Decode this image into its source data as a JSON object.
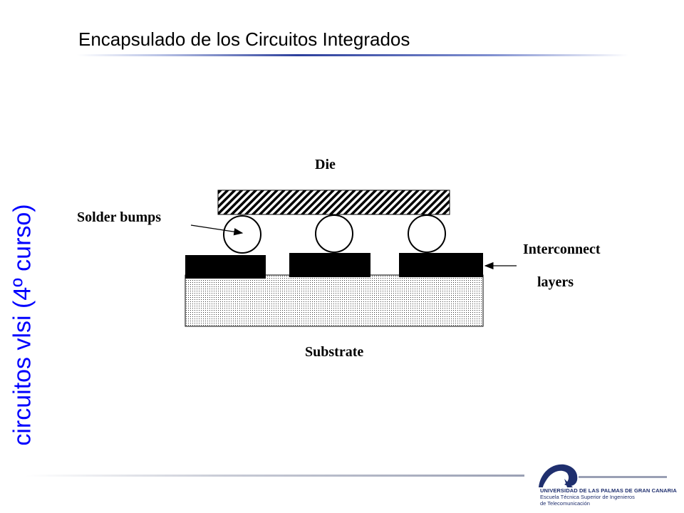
{
  "slide": {
    "title": "Encapsulado de los Circuitos Integrados",
    "side_label": "circuitos vlsi (4º curso)"
  },
  "diagram": {
    "die_label": "Die",
    "solder_label": "Solder bumps",
    "interconnect_label_line1": "Interconnect",
    "interconnect_label_line2": "layers",
    "substrate_label": "Substrate"
  },
  "footer": {
    "university_line1": "UNIVERSIDAD DE LAS PALMAS DE GRAN CANARIA",
    "university_line2": "Escuela Técnica Superior de Ingenieros",
    "university_line3": "de Telecomunicación"
  },
  "colors": {
    "side_label": "#0000ff",
    "logo": "#1f2f6e"
  }
}
